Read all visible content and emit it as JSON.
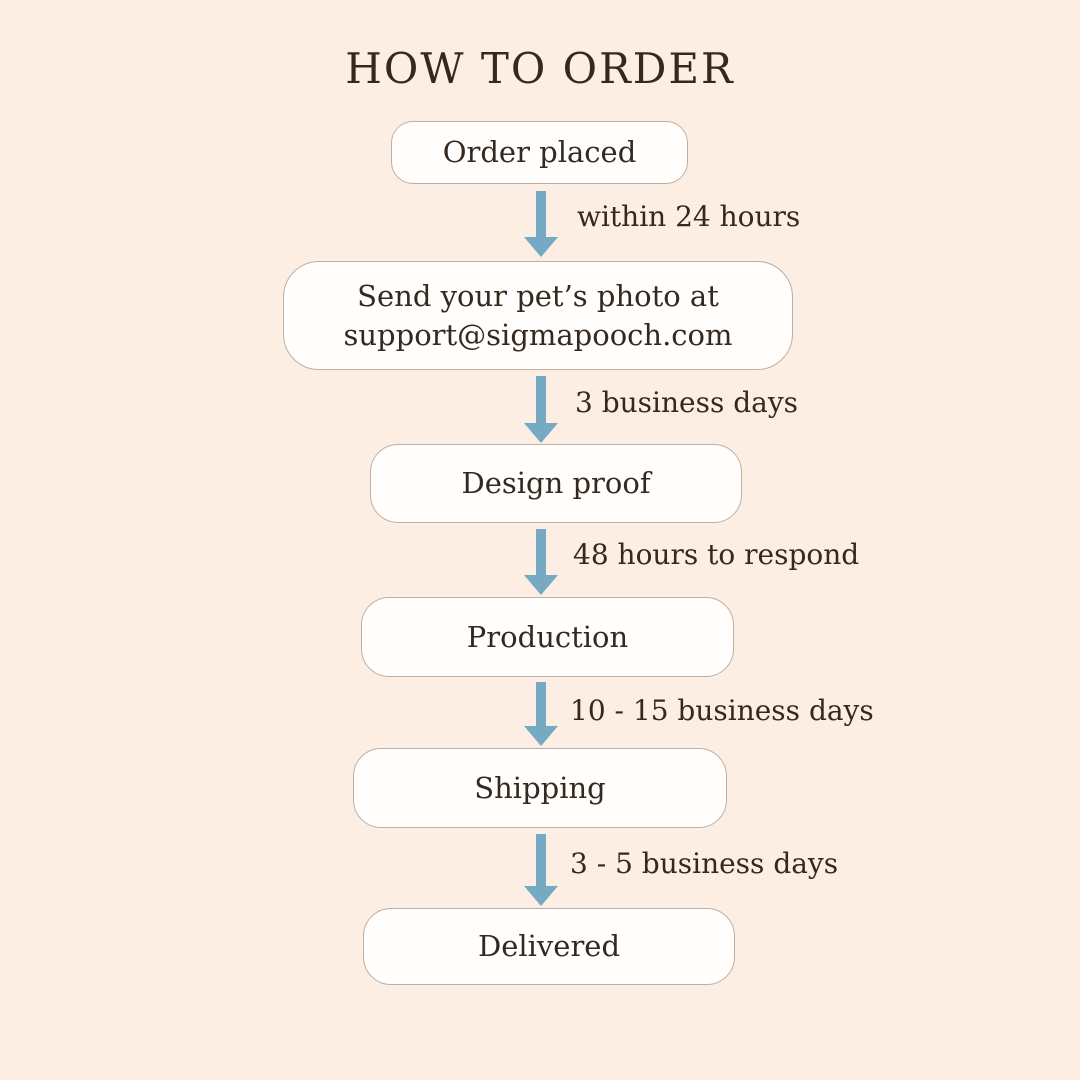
{
  "page": {
    "title": "HOW TO ORDER",
    "colors": {
      "background": "#fdeee3",
      "box_fill": "#fffefc",
      "box_border": "#bdafa4",
      "text": "#35291f",
      "arrow": "#76a9c4"
    }
  },
  "flow": {
    "steps": [
      {
        "label": "Order placed",
        "duration_to_next": "within 24 hours"
      },
      {
        "label": "Send your pet’s photo at\nsupport@sigmapooch.com",
        "duration_to_next": "3 business days"
      },
      {
        "label": "Design proof",
        "duration_to_next": "48 hours to respond"
      },
      {
        "label": "Production",
        "duration_to_next": "10 - 15 business days"
      },
      {
        "label": "Shipping",
        "duration_to_next": "3 - 5 business days"
      },
      {
        "label": "Delivered",
        "duration_to_next": null
      }
    ]
  }
}
